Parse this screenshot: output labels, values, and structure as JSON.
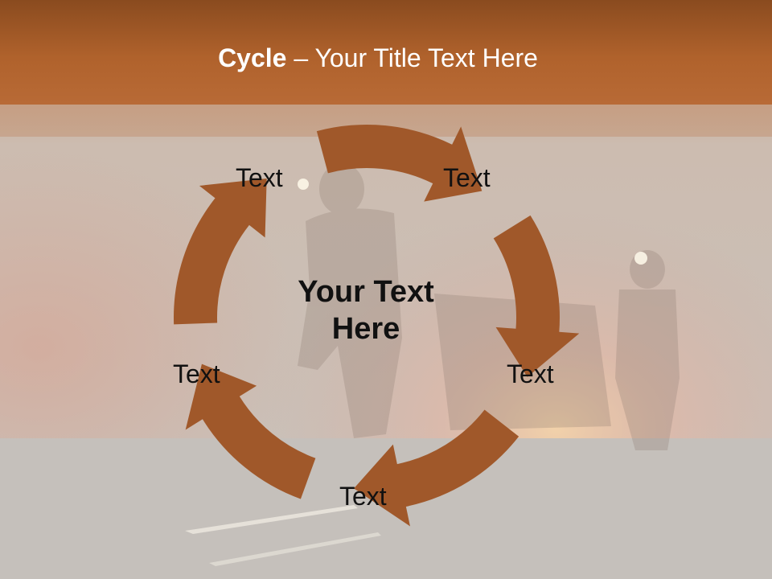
{
  "slide": {
    "title_bold": "Cycle",
    "title_rest": " – Your Title Text Here",
    "center_text_line1": "Your Text",
    "center_text_line2": "Here",
    "labels": {
      "top_left": "Text",
      "top_right": "Text",
      "right": "Text",
      "bottom": "Text",
      "left": "Text"
    }
  },
  "colors": {
    "arrow": "#a0582a",
    "title_band": "#a3592b",
    "background": "#cbc5bf"
  }
}
